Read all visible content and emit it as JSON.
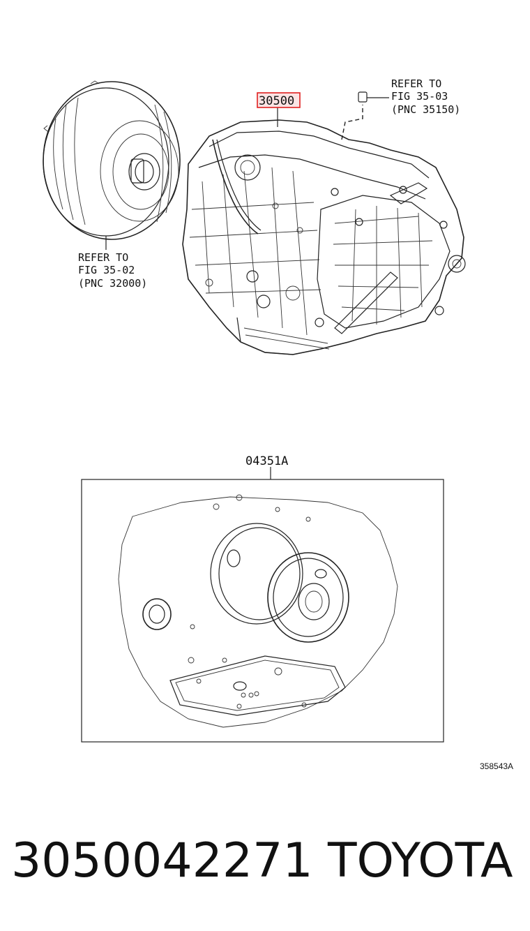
{
  "figure": {
    "highlight_color": "#e02020",
    "callouts": {
      "transmission_part": "30500",
      "overhaul_kit": "04351A",
      "figure_id": "358543A"
    },
    "references": {
      "converter": {
        "line1": "REFER TO",
        "line2": "FIG 35-02",
        "line3": "(PNC 32000)"
      },
      "plug": {
        "line1": "REFER TO",
        "line2": "FIG 35-03",
        "line3": "(PNC 35150)"
      }
    }
  },
  "footer": {
    "part_number": "3050042271",
    "brand": "TOYOTA"
  }
}
